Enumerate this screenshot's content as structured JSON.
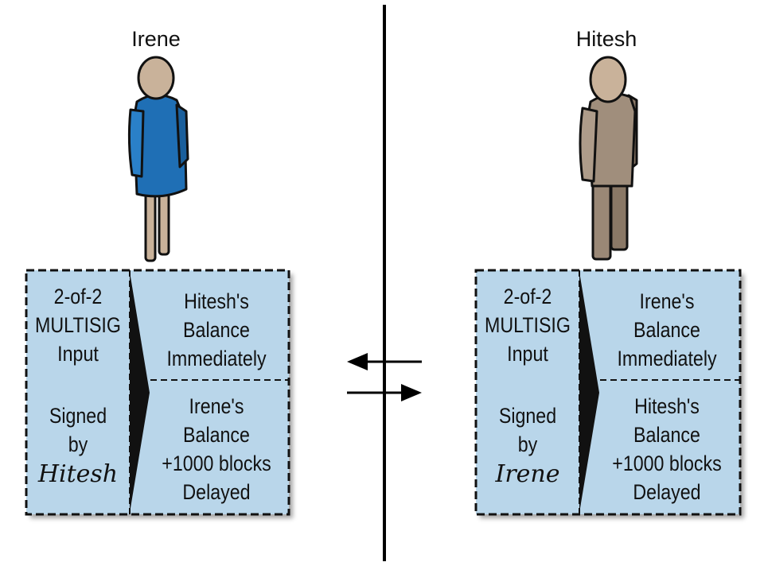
{
  "left_party": {
    "name": "Irene",
    "input_lines": [
      "2-of-2",
      "MULTISIG",
      "Input"
    ],
    "signed_lines": [
      "Signed",
      "by"
    ],
    "signature": "Hitesh",
    "output_immediate_lines": [
      "Hitesh's",
      "Balance",
      "Immediately"
    ],
    "output_delayed_lines": [
      "Irene's",
      "Balance",
      "+1000 blocks",
      "Delayed"
    ]
  },
  "right_party": {
    "name": "Hitesh",
    "input_lines": [
      "2-of-2",
      "MULTISIG",
      "Input"
    ],
    "signed_lines": [
      "Signed",
      "by"
    ],
    "signature": "Irene",
    "output_immediate_lines": [
      "Irene's",
      "Balance",
      "Immediately"
    ],
    "output_delayed_lines": [
      "Hitesh's",
      "Balance",
      "+1000 blocks",
      "Delayed"
    ]
  },
  "colors": {
    "box_fill": "#b9d6ea",
    "irene_dress": "#1f6fb5",
    "hitesh_suit": "#a08e7c",
    "skin": "#c9b29a"
  }
}
